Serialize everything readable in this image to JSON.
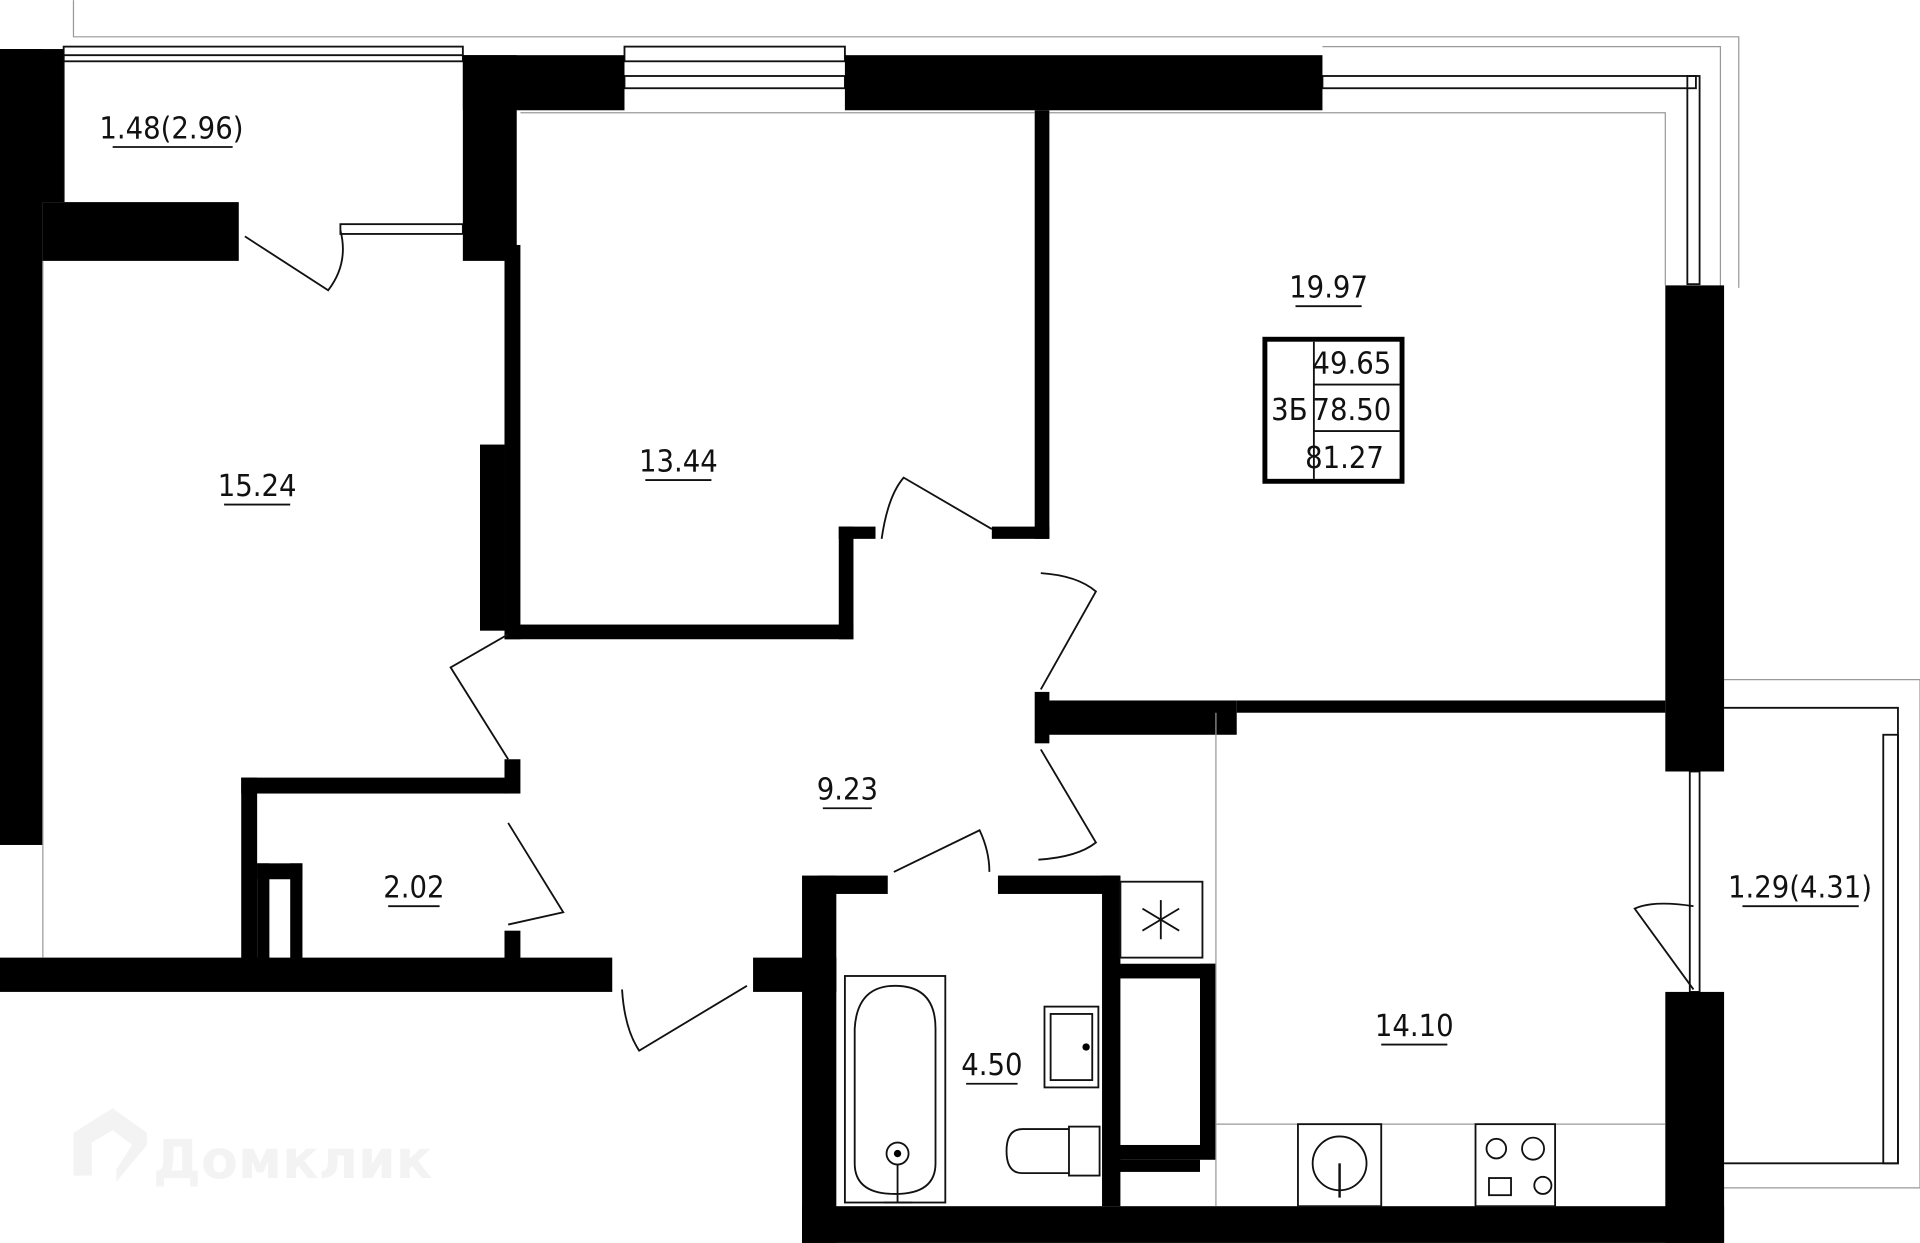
{
  "plan": {
    "apartment_type": "3Б",
    "areas_summary": {
      "living": "49.65",
      "total": "78.50",
      "total_with_balconies": "81.27"
    },
    "rooms": [
      {
        "name": "balcony-top",
        "area": "1.48(2.96)"
      },
      {
        "name": "bedroom-left",
        "area": "15.24"
      },
      {
        "name": "bedroom-middle",
        "area": "13.44"
      },
      {
        "name": "living-room",
        "area": "19.97"
      },
      {
        "name": "hallway",
        "area": "9.23"
      },
      {
        "name": "closet",
        "area": "2.02"
      },
      {
        "name": "bathroom",
        "area": "4.50"
      },
      {
        "name": "kitchen",
        "area": "14.10"
      },
      {
        "name": "balcony-right",
        "area": "1.29(4.31)"
      }
    ]
  },
  "watermark": "Домклик"
}
